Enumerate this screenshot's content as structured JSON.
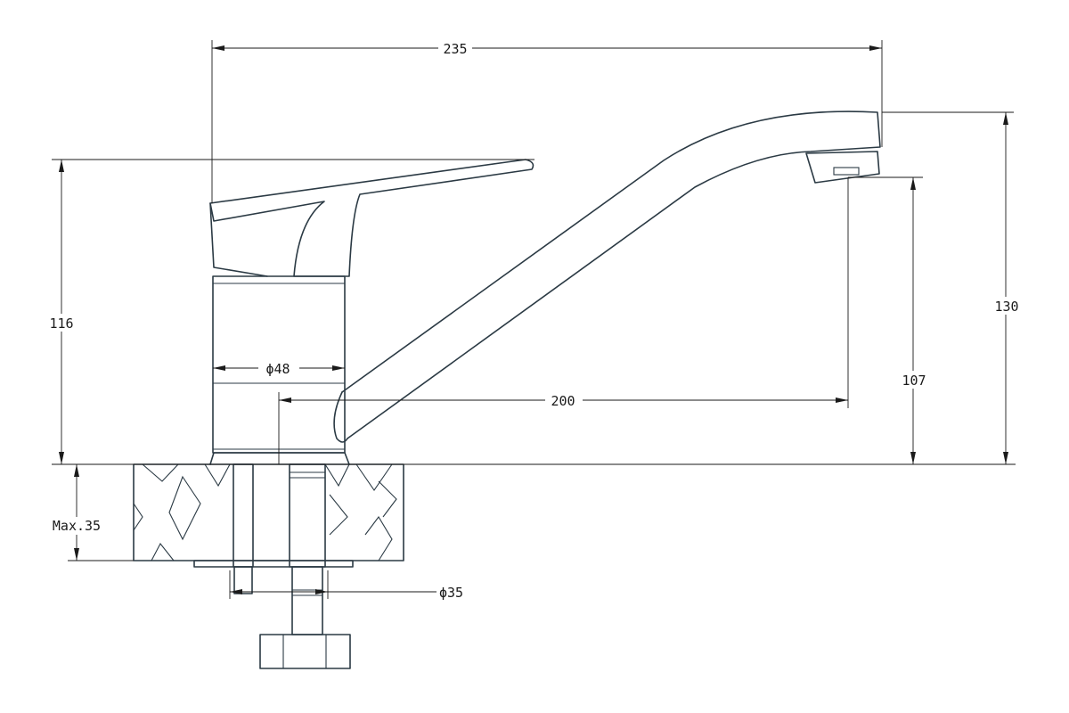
{
  "dimensions": {
    "overall_length": "235",
    "spout_height": "130",
    "body_height": "116",
    "outlet_height": "107",
    "reach": "200",
    "body_diameter": "ϕ48",
    "mount_thickness": "Max.35",
    "hole_diameter": "ϕ35"
  }
}
